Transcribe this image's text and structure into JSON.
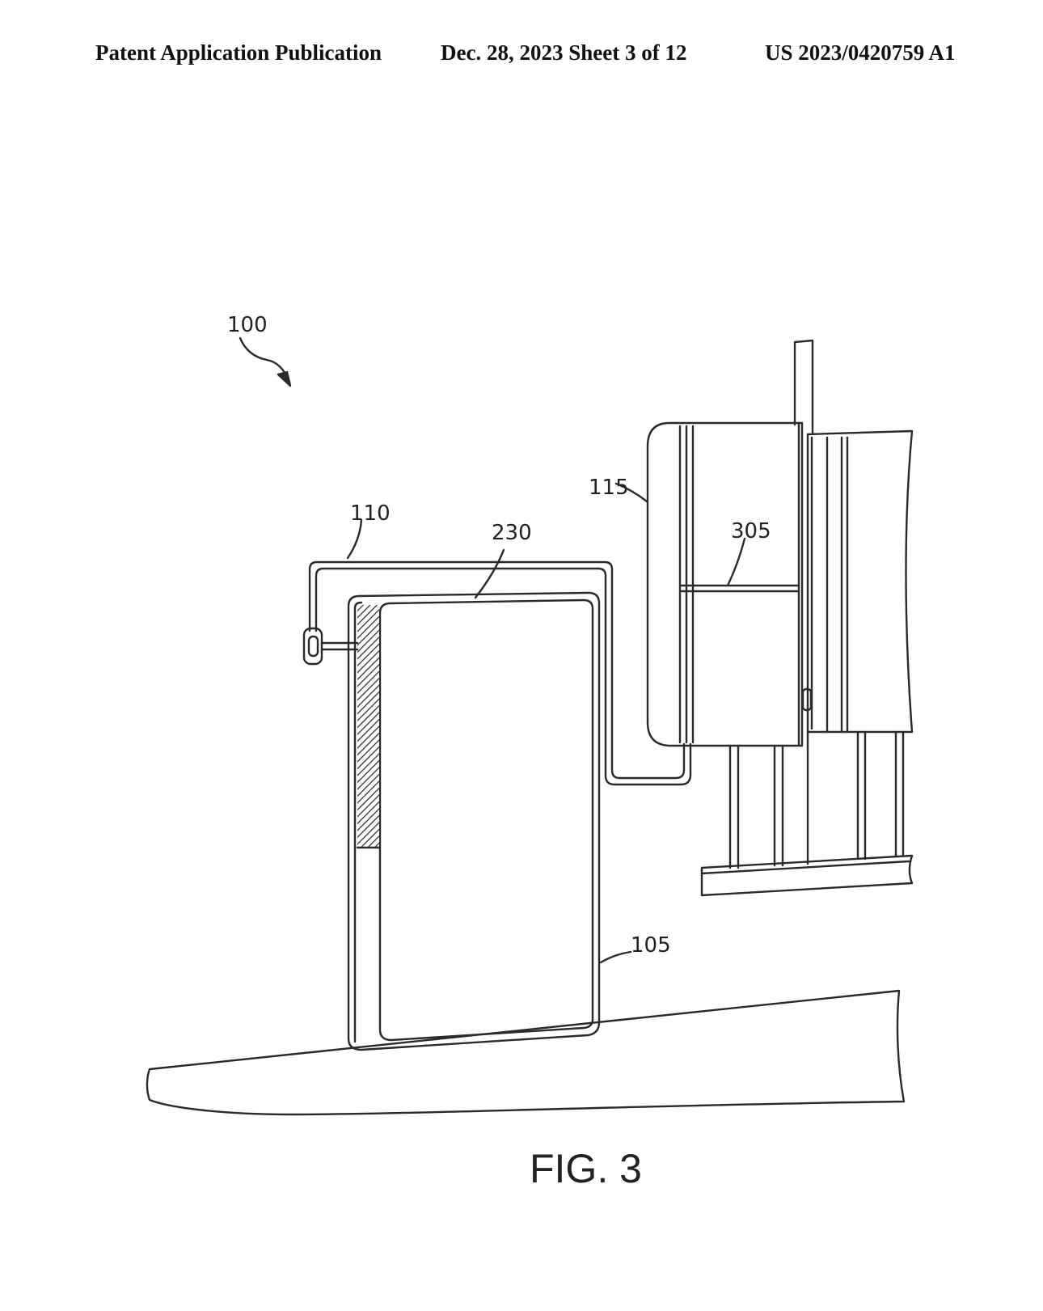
{
  "header": {
    "publication": "Patent Application Publication",
    "date_sheet": "Dec. 28, 2023   Sheet 3 of 12",
    "number": "US 2023/0420759 A1"
  },
  "labels": {
    "system": "100",
    "cable": "110",
    "top_edge": "230",
    "unit": "115",
    "divider": "305",
    "cabinet": "105"
  },
  "figure": {
    "caption": "FIG. 3"
  }
}
